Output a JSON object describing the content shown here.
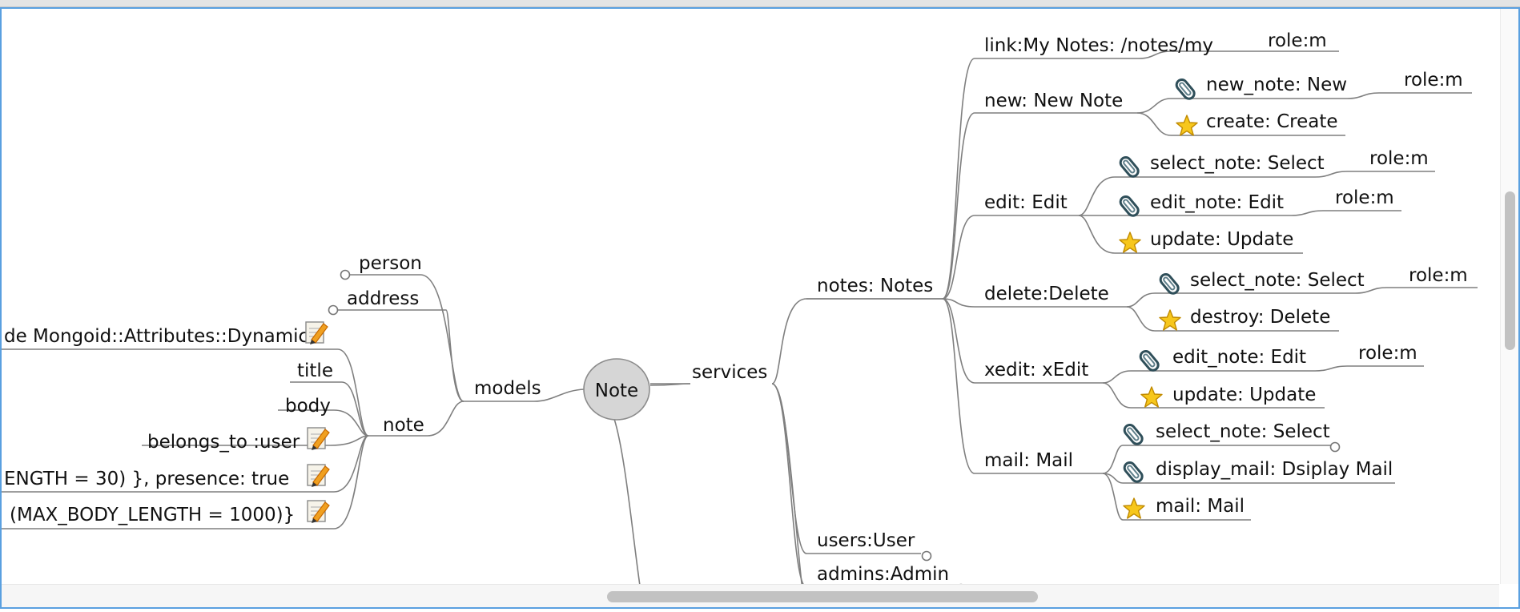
{
  "central_topic": "Note",
  "nodes": {
    "models": "models",
    "person": "person",
    "address": "address",
    "note": "note",
    "dynamic": "de Mongoid::Attributes::Dynamic",
    "title": "title",
    "body": "body",
    "belongs_to": "belongs_to :user",
    "title_validation": "ENGTH = 30) }, presence: true",
    "body_validation": "(MAX_BODY_LENGTH = 1000)}",
    "services": "services",
    "notes": "notes: Notes",
    "link_my_notes": "link:My Notes: /notes/my",
    "link_role": "role:m",
    "new": "new: New Note",
    "new_note": "new_note: New",
    "new_note_role": "role:m",
    "create": "create: Create",
    "edit": "edit: Edit",
    "edit_select_note": "select_note: Select",
    "edit_select_role": "role:m",
    "edit_edit_note": "edit_note: Edit",
    "edit_edit_role": "role:m",
    "edit_update": "update: Update",
    "delete": "delete:Delete",
    "delete_select_note": "select_note: Select",
    "delete_select_role": "role:m",
    "delete_destroy": "destroy: Delete",
    "xedit": "xedit: xEdit",
    "xedit_edit_note": "edit_note: Edit",
    "xedit_edit_role": "role:m",
    "xedit_update": "update: Update",
    "mail": "mail: Mail",
    "mail_select_note": "select_note: Select",
    "mail_display": "display_mail: Dsiplay Mail",
    "mail_mail": "mail: Mail",
    "users": "users:User",
    "admins": "admins:Admin"
  },
  "icons": {
    "note_icon": "edit-note-icon",
    "clip_icon": "paperclip-icon",
    "star_icon": "star-icon"
  },
  "colors": {
    "panel_border": "#5aa0e0",
    "connector": "#7f7f7f",
    "central_fill": "#d6d6d6",
    "star": "#f5c518",
    "clip": "#2f4f5a"
  }
}
